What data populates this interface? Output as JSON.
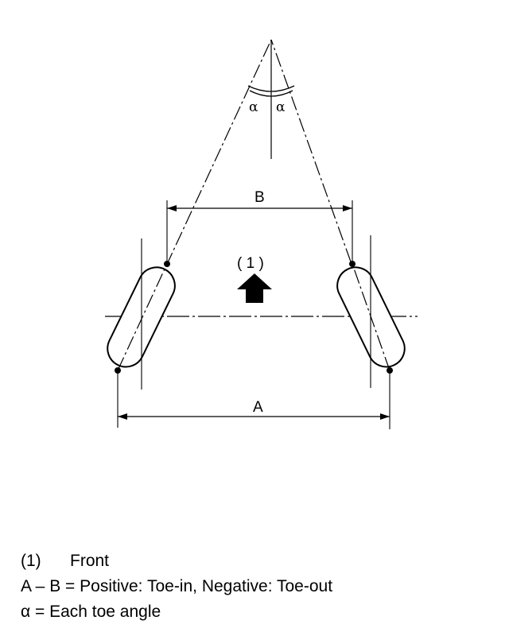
{
  "diagram": {
    "label_alpha_left": "α",
    "label_alpha_right": "α",
    "label_b": "B",
    "label_a": "A",
    "label_front_marker": "( 1 )",
    "icons": {
      "front": "front-arrow-icon"
    }
  },
  "legend": {
    "item1_key": "(1)",
    "item1_text": "Front",
    "item2_text": "A – B = Positive: Toe-in, Negative: Toe-out",
    "item3_text": "α = Each toe angle"
  }
}
